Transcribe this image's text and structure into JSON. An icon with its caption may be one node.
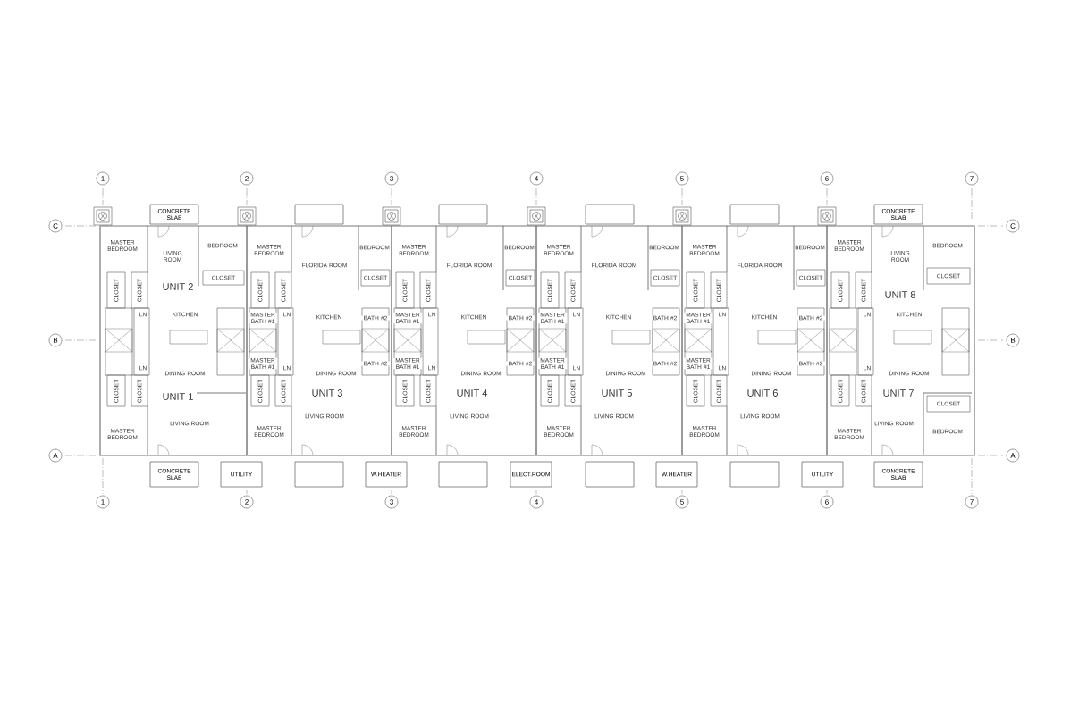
{
  "diagram": {
    "nodes": [
      {
        "text": [
          "1"
        ]
      },
      {
        "text": [
          "2"
        ]
      },
      {
        "text": [
          "3"
        ]
      },
      {
        "text": [
          "4"
        ]
      },
      {
        "text": [
          "5"
        ]
      },
      {
        "text": [
          "6"
        ]
      },
      {
        "text": [
          "7"
        ]
      },
      {
        "text": [
          "C"
        ]
      },
      {
        "text": [
          "C"
        ]
      },
      {
        "text": [
          "CONCRETE SLAB"
        ]
      },
      {
        "text": [],
        "shape": "box"
      },
      {
        "text": [],
        "shape": "box"
      },
      {
        "text": [],
        "shape": "box"
      },
      {
        "text": [],
        "shape": "box"
      },
      {
        "text": [
          "CONCRETE SLAB"
        ]
      },
      {
        "text": [
          "B"
        ]
      },
      {
        "text": [
          "B"
        ]
      },
      {
        "text": [
          "A"
        ]
      },
      {
        "text": [
          "A"
        ]
      },
      {
        "text": [
          "CONCRETE SLAB"
        ]
      },
      {
        "text": [
          "UTILITY"
        ]
      },
      {
        "text": [],
        "shape": "box"
      },
      {
        "text": [
          "W.HEATER"
        ]
      },
      {
        "text": [],
        "shape": "box"
      },
      {
        "text": [
          "ELECT.ROOM"
        ]
      },
      {
        "text": [],
        "shape": "box"
      },
      {
        "text": [
          "W.HEATER"
        ]
      },
      {
        "text": [],
        "shape": "box"
      },
      {
        "text": [
          "UTILITY"
        ]
      },
      {
        "text": [
          "CONCRETE SLAB"
        ]
      },
      {
        "text": [
          "1"
        ]
      },
      {
        "text": [
          "2"
        ]
      },
      {
        "text": [
          "3"
        ]
      },
      {
        "text": [
          "4"
        ]
      },
      {
        "text": [
          "5"
        ]
      },
      {
        "text": [
          "6"
        ]
      },
      {
        "text": [
          "7"
        ]
      }
    ],
    "labels": [
      "MASTER BEDROOM",
      "LIVING ROOM",
      "BEDROOM",
      "UNIT 2",
      "CLOSET",
      "CLOSET",
      "CLOSET",
      "LN",
      "KITCHEN",
      "DINING ROOM",
      "UNIT 1",
      "CLOSET",
      "CLOSET",
      "LN",
      "LIVING ROOM",
      "MASTER BEDROOM",
      "MASTER BEDROOM",
      "FLORIDA ROOM",
      "BEDROOM",
      "CLOSET",
      "CLOSET",
      "CLOSET",
      "LN",
      "MASTER BATH #1",
      "KITCHEN",
      "BATH #2",
      "DINING ROOM",
      "MASTER BATH #1",
      "BATH #2",
      "LN",
      "UNIT 3",
      "CLOSET",
      "CLOSET",
      "LIVING ROOM",
      "MASTER BEDROOM",
      "MASTER BEDROOM",
      "FLORIDA ROOM",
      "BEDROOM",
      "CLOSET",
      "CLOSET",
      "CLOSET",
      "LN",
      "MASTER BATH #1",
      "KITCHEN",
      "BATH #2",
      "DINING ROOM",
      "MASTER BATH #1",
      "BATH #2",
      "LN",
      "UNIT 4",
      "CLOSET",
      "CLOSET",
      "LIVING ROOM",
      "MASTER BEDROOM",
      "MASTER BEDROOM",
      "FLORIDA ROOM",
      "BEDROOM",
      "CLOSET",
      "CLOSET",
      "CLOSET",
      "LN",
      "MASTER BATH #1",
      "KITCHEN",
      "BATH #2",
      "DINING ROOM",
      "MASTER BATH #1",
      "BATH #2",
      "LN",
      "UNIT 5",
      "CLOSET",
      "CLOSET",
      "LIVING ROOM",
      "MASTER BEDROOM",
      "MASTER BEDROOM",
      "FLORIDA ROOM",
      "BEDROOM",
      "CLOSET",
      "CLOSET",
      "CLOSET",
      "LN",
      "MASTER BATH #1",
      "KITCHEN",
      "BATH #2",
      "DINING ROOM",
      "MASTER BATH #1",
      "BATH #2",
      "LN",
      "UNIT 6",
      "CLOSET",
      "CLOSET",
      "LIVING ROOM",
      "MASTER BEDROOM",
      "MASTER BEDROOM",
      "LIVING ROOM",
      "BEDROOM",
      "UNIT 8",
      "CLOSET",
      "CLOSET",
      "CLOSET",
      "LN",
      "KITCHEN",
      "DINING ROOM",
      "UNIT 7",
      "LN",
      "CLOSET",
      "CLOSET",
      "CLOSET",
      "LIVING ROOM",
      "MASTER BEDROOM",
      "BEDROOM"
    ]
  }
}
